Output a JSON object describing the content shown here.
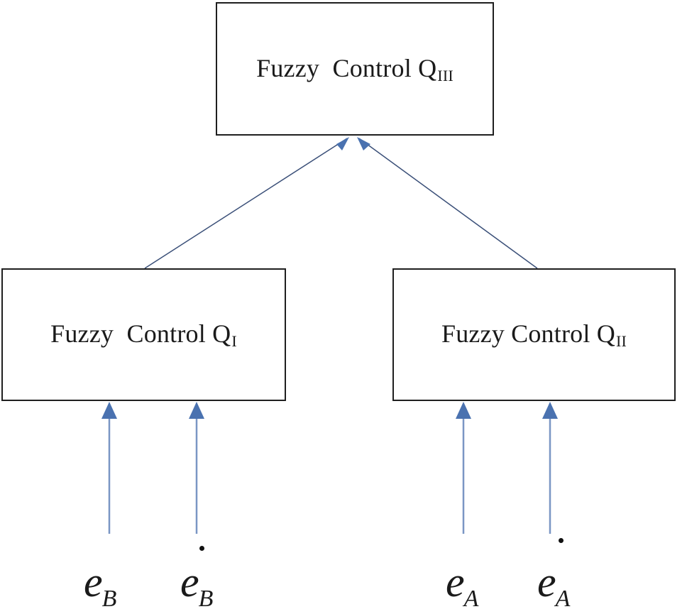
{
  "boxes": {
    "top": {
      "label": "Fuzzy  Control Q",
      "subscript": "III"
    },
    "left": {
      "label": "Fuzzy  Control Q",
      "subscript": "I"
    },
    "right": {
      "label": "Fuzzy Control Q",
      "subscript": "II"
    }
  },
  "inputs": [
    {
      "symbol": "e",
      "subscript": "B",
      "dotted": false
    },
    {
      "symbol": "e",
      "subscript": "B",
      "dotted": true
    },
    {
      "symbol": "e",
      "subscript": "A",
      "dotted": false
    },
    {
      "symbol": "e",
      "subscript": "A",
      "dotted": true
    }
  ],
  "colors": {
    "arrow": "#4a72b0",
    "connector": "#3a4f78",
    "box_border": "#1f1f1f"
  }
}
